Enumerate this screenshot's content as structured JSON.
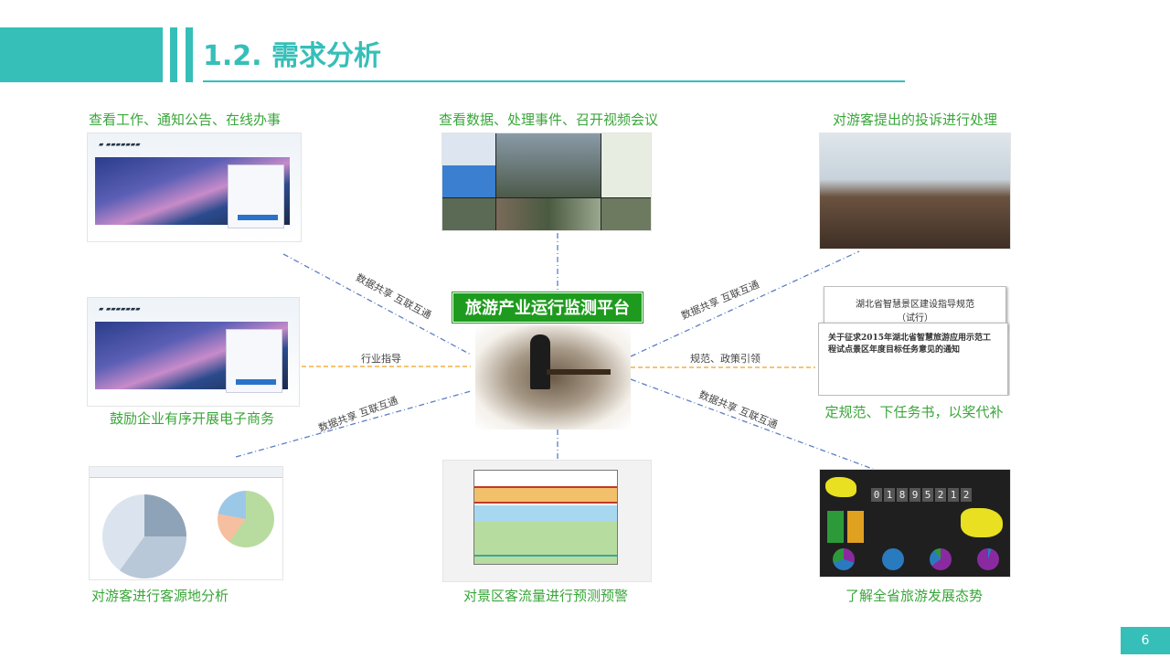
{
  "header": {
    "title": "1.2. 需求分析"
  },
  "center": {
    "title": "旅游产业运行监测平台"
  },
  "captions": {
    "top_left": "查看工作、通知公告、在线办事",
    "top_center": "查看数据、处理事件、召开视频会议",
    "top_right": "对游客提出的投诉进行处理",
    "mid_left": "鼓励企业有序开展电子商务",
    "mid_right": "定规范、下任务书，以奖代补",
    "bottom_left": "对游客进行客源地分析",
    "bottom_center": "对景区客流量进行预测预警",
    "bottom_right": "了解全省旅游发展态势"
  },
  "connectors": {
    "share": "数据共享  互联互通",
    "industry_guide": "行业指导",
    "policy_guide": "规范、政策引领"
  },
  "docs": {
    "doc1_title": "湖北省智慧景区建设指导规范",
    "doc1_sub": "（试行）",
    "doc2_title": "关于征求2015年湖北省智慧旅游应用示范工程试点景区年度目标任务意见的通知"
  },
  "dashboard": {
    "counter": [
      "0",
      "1",
      "8",
      "9",
      "5",
      "2",
      "1",
      "2"
    ]
  },
  "page_number": "6",
  "colors": {
    "teal": "#35BFB8",
    "green": "#1E9B1E",
    "caption": "#3AA63A"
  }
}
